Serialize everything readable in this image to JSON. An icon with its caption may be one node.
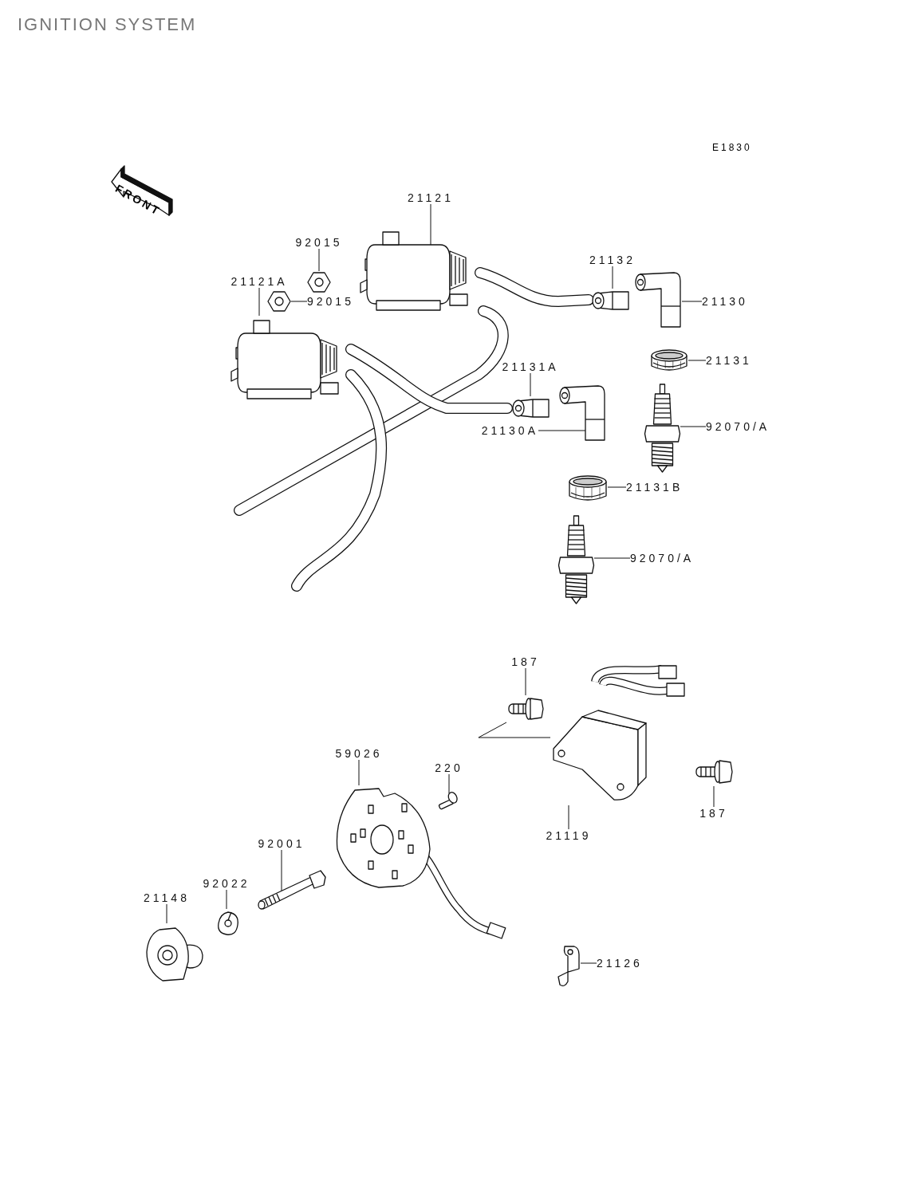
{
  "diagram": {
    "title": "IGNITION SYSTEM",
    "nodes": [
      {
        "text": [
          "21121"
        ]
      },
      {
        "text": [],
        "shape": "picture"
      },
      {
        "text": [
          "92015"
        ]
      },
      {
        "text": [],
        "shape": "picture"
      },
      {
        "text": [
          "21132"
        ]
      },
      {
        "text": [],
        "shape": "picture"
      },
      {
        "text": [
          "21121A"
        ]
      },
      {
        "text": [],
        "shape": "picture"
      },
      {
        "text": [
          "92015"
        ]
      },
      {
        "text": [],
        "shape": "picture"
      },
      {
        "text": [
          "21130"
        ]
      },
      {
        "text": [],
        "shape": "picture"
      },
      {
        "text": [
          "21131"
        ]
      },
      {
        "text": [],
        "shape": "picture"
      },
      {
        "text": [
          "21131A"
        ]
      },
      {
        "text": [],
        "shape": "picture"
      },
      {
        "text": [
          "92070/A"
        ]
      },
      {
        "text": [],
        "shape": "picture"
      },
      {
        "text": [
          "21130A"
        ]
      },
      {
        "text": [],
        "shape": "picture"
      },
      {
        "text": [
          "21131B"
        ]
      },
      {
        "text": [],
        "shape": "picture"
      },
      {
        "text": [
          "92070/A"
        ]
      },
      {
        "text": [],
        "shape": "picture"
      },
      {
        "text": [
          "187"
        ]
      },
      {
        "text": [],
        "shape": "picture"
      },
      {
        "text": [
          "59026"
        ]
      },
      {
        "text": [],
        "shape": "picture"
      },
      {
        "text": [
          "220"
        ]
      },
      {
        "text": [],
        "shape": "picture"
      },
      {
        "text": [
          "187"
        ]
      },
      {
        "text": [],
        "shape": "picture"
      },
      {
        "text": [
          "21119"
        ]
      },
      {
        "text": [],
        "shape": "picture"
      },
      {
        "text": [
          "92001"
        ]
      },
      {
        "text": [],
        "shape": "picture"
      },
      {
        "text": [
          "92022"
        ]
      },
      {
        "text": [],
        "shape": "picture"
      },
      {
        "text": [
          "21148"
        ]
      },
      {
        "text": [],
        "shape": "picture"
      },
      {
        "text": [
          "21126"
        ]
      },
      {
        "text": [],
        "shape": "picture"
      }
    ],
    "edges": [
      {
        "from": 0,
        "to": 1,
        "arrow": "none"
      },
      {
        "from": 2,
        "to": 3,
        "arrow": "none"
      },
      {
        "from": 4,
        "to": 5,
        "arrow": "none"
      },
      {
        "from": 6,
        "to": 7,
        "arrow": "none"
      },
      {
        "from": 8,
        "to": 9,
        "arrow": "none"
      },
      {
        "from": 10,
        "to": 11,
        "arrow": "none"
      },
      {
        "from": 12,
        "to": 13,
        "arrow": "none"
      },
      {
        "from": 14,
        "to": 15,
        "arrow": "none"
      },
      {
        "from": 16,
        "to": 17,
        "arrow": "none"
      },
      {
        "from": 18,
        "to": 19,
        "arrow": "none"
      },
      {
        "from": 20,
        "to": 21,
        "arrow": "none"
      },
      {
        "from": 22,
        "to": 23,
        "arrow": "none"
      },
      {
        "from": 24,
        "to": 25,
        "arrow": "none"
      },
      {
        "from": 26,
        "to": 27,
        "arrow": "none"
      },
      {
        "from": 28,
        "to": 29,
        "arrow": "none"
      },
      {
        "from": 30,
        "to": 31,
        "arrow": "none"
      },
      {
        "from": 32,
        "to": 33,
        "arrow": "none"
      },
      {
        "from": 34,
        "to": 35,
        "arrow": "none"
      },
      {
        "from": 36,
        "to": 37,
        "arrow": "none"
      },
      {
        "from": 38,
        "to": 39,
        "arrow": "none"
      },
      {
        "from": 40,
        "to": 41,
        "arrow": "none"
      },
      {
        "from": 25,
        "to": 33,
        "arrow": "none"
      }
    ],
    "labels": [
      "E1830",
      "FRONT"
    ]
  }
}
